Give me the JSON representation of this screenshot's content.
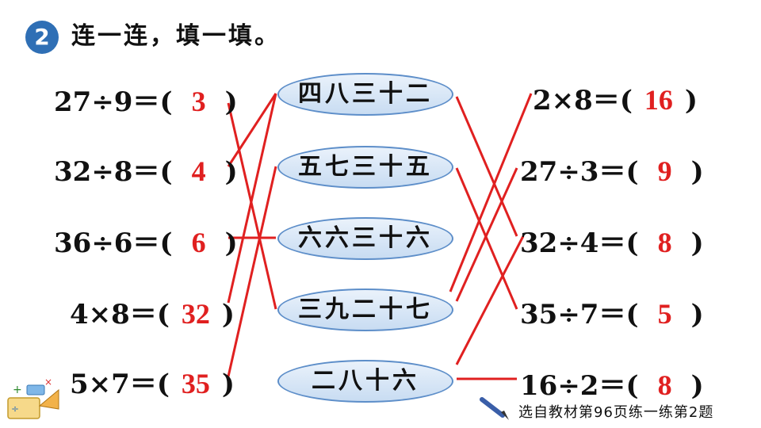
{
  "header": {
    "number": "2",
    "title": "连一连，填一填。"
  },
  "left": [
    {
      "expr": "27÷9＝",
      "answer": "3"
    },
    {
      "expr": "32÷8＝",
      "answer": "4"
    },
    {
      "expr": "36÷6＝",
      "answer": "6"
    },
    {
      "expr": "4×8＝",
      "answer": "32"
    },
    {
      "expr": "5×7＝",
      "answer": "35"
    }
  ],
  "middle": [
    "四八三十二",
    "五七三十五",
    "六六三十六",
    "三九二十七",
    "二八十六"
  ],
  "right": [
    {
      "expr": "2×8＝",
      "answer": "16"
    },
    {
      "expr": "27÷3＝",
      "answer": "9"
    },
    {
      "expr": "32÷4＝",
      "answer": "8"
    },
    {
      "expr": "35÷7＝",
      "answer": "5"
    },
    {
      "expr": "16÷2＝",
      "answer": "8"
    }
  ],
  "paren_open": "(",
  "paren_close": ")",
  "footer": "选自教材第96页练一练第2题",
  "colors": {
    "line": "#e02020",
    "answer": "#e02020",
    "badge": "#2f6fb5"
  }
}
